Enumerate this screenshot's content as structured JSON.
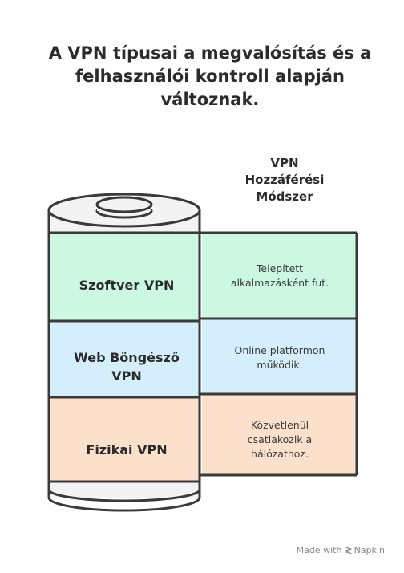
{
  "title": {
    "line1": "A VPN típusai a megvalósítás és a",
    "line2": "felhasználói kontroll alapján",
    "line3": "változnak."
  },
  "column_header": {
    "line1": "VPN",
    "line2": "Hozzáférési",
    "line3": "Módszer"
  },
  "segments": [
    {
      "label": [
        "Szoftver VPN"
      ],
      "description": [
        "Telepített",
        "alkalmazásként fut."
      ],
      "color": "#ccf7e3"
    },
    {
      "label": [
        "Web Böngésző",
        "VPN"
      ],
      "description": [
        "Online platformon",
        "működik."
      ],
      "color": "#d4eefb"
    },
    {
      "label": [
        "Fizikai VPN"
      ],
      "description": [
        "Közvetlenül",
        "csatlakozik a",
        "hálózathoz."
      ],
      "color": "#fbe0cc"
    }
  ],
  "cylinder_color": "#f3f3f3",
  "outline_color": "#3a3a3a",
  "footer": {
    "made_with": "Made with",
    "brand": "Napkin"
  }
}
